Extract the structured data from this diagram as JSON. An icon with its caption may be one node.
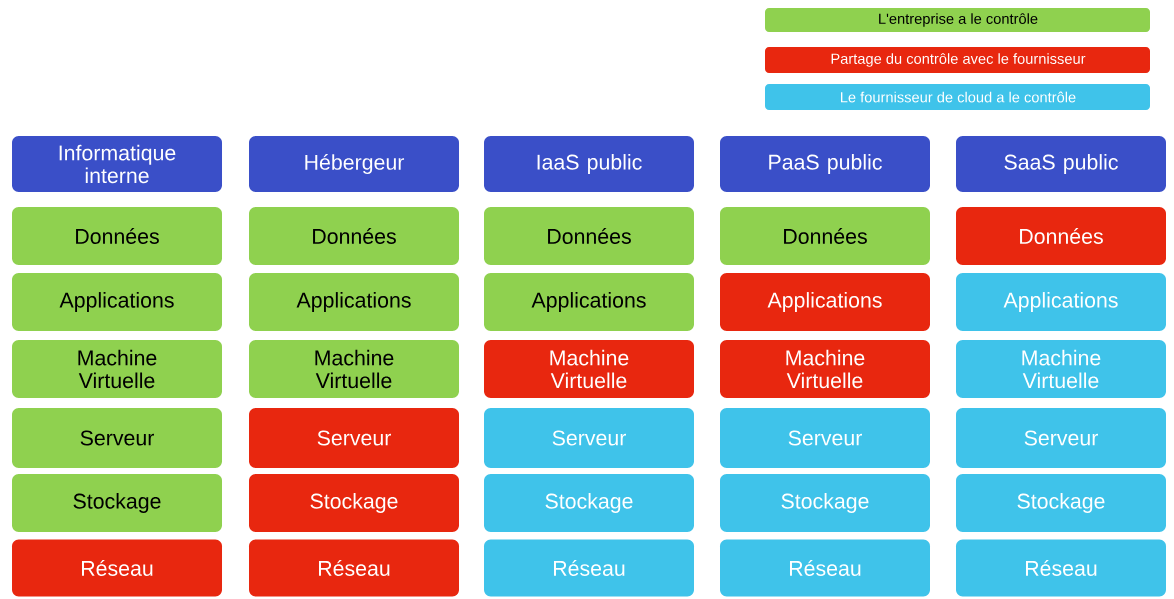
{
  "diagram": {
    "nodes": [
      {
        "text": [
          "Informatique interne"
        ]
      },
      {
        "text": [
          "Hébergeur"
        ]
      },
      {
        "text": [
          "IaaS public"
        ]
      },
      {
        "text": [
          "PaaS public"
        ]
      },
      {
        "text": [
          "SaaS public"
        ]
      },
      {
        "text": [
          "Données"
        ]
      },
      {
        "text": [
          "Données"
        ]
      },
      {
        "text": [
          "Données"
        ]
      },
      {
        "text": [
          "Données"
        ]
      },
      {
        "text": [
          "Données"
        ]
      },
      {
        "text": [
          "Applications"
        ]
      },
      {
        "text": [
          "Applications"
        ]
      },
      {
        "text": [
          "Applications"
        ]
      },
      {
        "text": [
          "Applications"
        ]
      },
      {
        "text": [
          "Applications"
        ]
      },
      {
        "text": [
          "Machine Virtuelle"
        ]
      },
      {
        "text": [
          "Machine Virtuelle"
        ]
      },
      {
        "text": [
          "Machine Virtuelle"
        ]
      },
      {
        "text": [
          "Machine Virtuelle"
        ]
      },
      {
        "text": [
          "Machine Virtuelle"
        ]
      },
      {
        "text": [
          "Serveur"
        ]
      },
      {
        "text": [
          "Serveur"
        ]
      },
      {
        "text": [
          "Serveur"
        ]
      },
      {
        "text": [
          "Serveur"
        ]
      },
      {
        "text": [
          "Serveur"
        ]
      },
      {
        "text": [
          "Stockage"
        ]
      },
      {
        "text": [
          "Stockage"
        ]
      },
      {
        "text": [
          "Stockage"
        ]
      },
      {
        "text": [
          "Stockage"
        ]
      },
      {
        "text": [
          "Stockage"
        ]
      },
      {
        "text": [
          "Réseau"
        ]
      },
      {
        "text": [
          "Réseau"
        ]
      },
      {
        "text": [
          "Réseau"
        ]
      },
      {
        "text": [
          "Réseau"
        ]
      },
      {
        "text": [
          "Réseau"
        ]
      }
    ],
    "legend": [
      {
        "text": "L'entreprise a le contrôle",
        "color": "#8fd14f"
      },
      {
        "text": "Partage du contrôle avec le fournisseur",
        "color": "#e8270f"
      },
      {
        "text": "Le fournisseur de cloud a le contrôle",
        "color": "#3fc3ea"
      }
    ]
  }
}
